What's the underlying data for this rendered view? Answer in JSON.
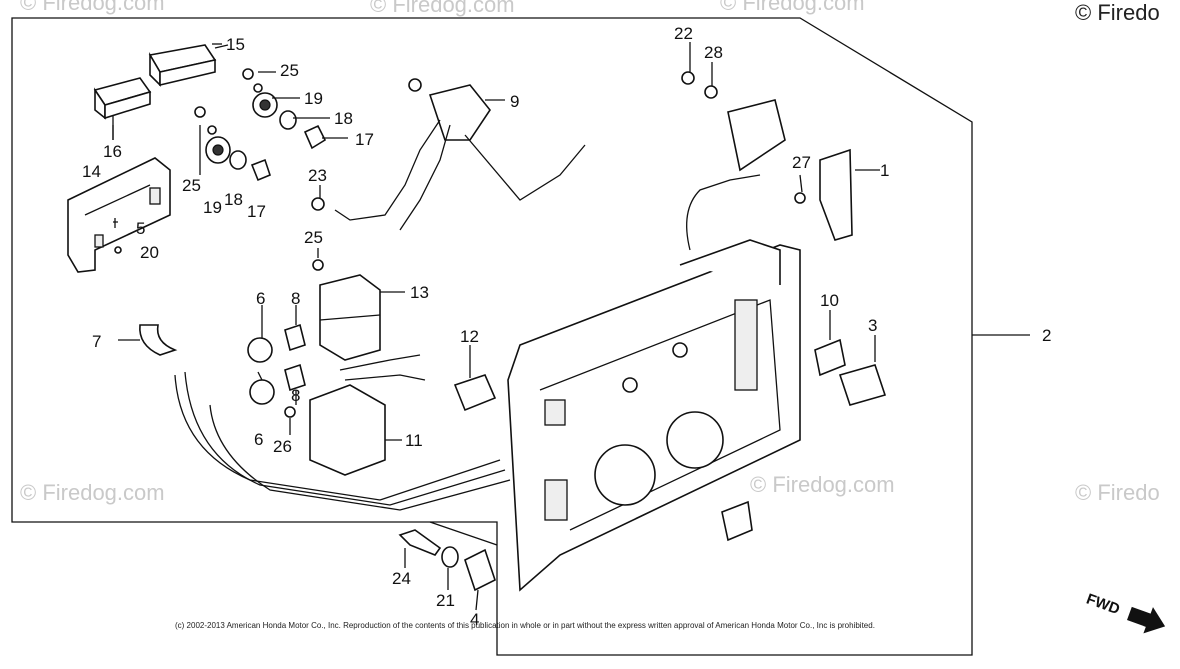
{
  "watermarks": {
    "w1": "© Firedog.com",
    "w2": "© Firedog.com",
    "w3": "© Firedog.com",
    "w4": "© Firedo",
    "w5": "© Firedog.com",
    "w6": "© Firedog.com",
    "w7": "© Firedo"
  },
  "copyright": "(c) 2002-2013 American Honda Motor Co., Inc. Reproduction of the contents of this publication in whole or in part without the express written approval of American Honda Motor Co., Inc is prohibited.",
  "fwd_label": "FWD",
  "callouts": {
    "c1": "1",
    "c2": "2",
    "c3": "3",
    "c4": "4",
    "c5": "5",
    "c6a": "6",
    "c6b": "6",
    "c7": "7",
    "c8a": "8",
    "c8b": "8",
    "c9": "9",
    "c10": "10",
    "c11": "11",
    "c12": "12",
    "c13": "13",
    "c14": "14",
    "c15": "15",
    "c16": "16",
    "c17a": "17",
    "c17b": "17",
    "c18a": "18",
    "c18b": "18",
    "c19a": "19",
    "c19b": "19",
    "c20": "20",
    "c21": "21",
    "c22": "22",
    "c23": "23",
    "c24": "24",
    "c25a": "25",
    "c25b": "25",
    "c25c": "25",
    "c26": "26",
    "c27": "27",
    "c28": "28"
  }
}
